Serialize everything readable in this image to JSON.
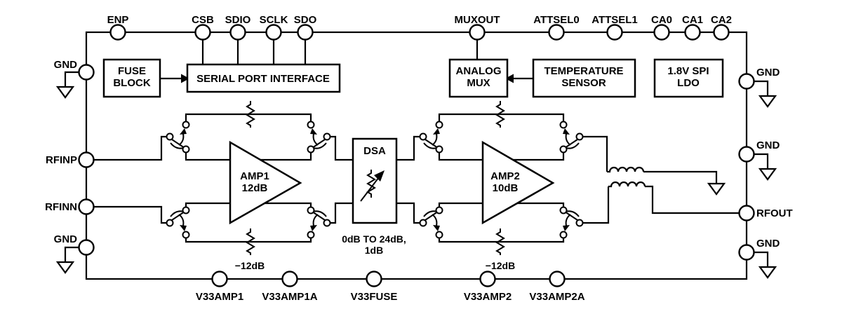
{
  "title": "RF amplifier functional block diagram",
  "colors": {
    "line": "#000000",
    "background": "#ffffff"
  },
  "top_pins": [
    "ENP",
    "CSB",
    "SDIO",
    "SCLK",
    "SDO",
    "MUXOUT",
    "ATTSEL0",
    "ATTSEL1",
    "CA0",
    "CA1",
    "CA2"
  ],
  "left_pins": [
    "GND",
    "RFINP",
    "RFINN",
    "GND"
  ],
  "right_pins": [
    "GND",
    "GND",
    "RFOUT",
    "GND"
  ],
  "bottom_pins": [
    "V33AMP1",
    "V33AMP1A",
    "V33FUSE",
    "V33AMP2",
    "V33AMP2A"
  ],
  "blocks": {
    "fuse_block": {
      "line1": "FUSE",
      "line2": "BLOCK"
    },
    "serial_port_interface": {
      "label": "SERIAL PORT INTERFACE"
    },
    "analog_mux": {
      "line1": "ANALOG",
      "line2": "MUX"
    },
    "temperature_sensor": {
      "line1": "TEMPERATURE",
      "line2": "SENSOR"
    },
    "spi_ldo": {
      "line1": "1.8V SPI",
      "line2": "LDO"
    }
  },
  "amplifiers": {
    "amp1": {
      "name": "AMP1",
      "gain": "12dB"
    },
    "amp2": {
      "name": "AMP2",
      "gain": "10dB"
    }
  },
  "attenuator": {
    "label": "DSA",
    "range_line1": "0dB TO 24dB,",
    "range_line2": "1dB"
  },
  "bypass": {
    "amp1_gain": "−12dB",
    "amp2_gain": "−12dB"
  }
}
